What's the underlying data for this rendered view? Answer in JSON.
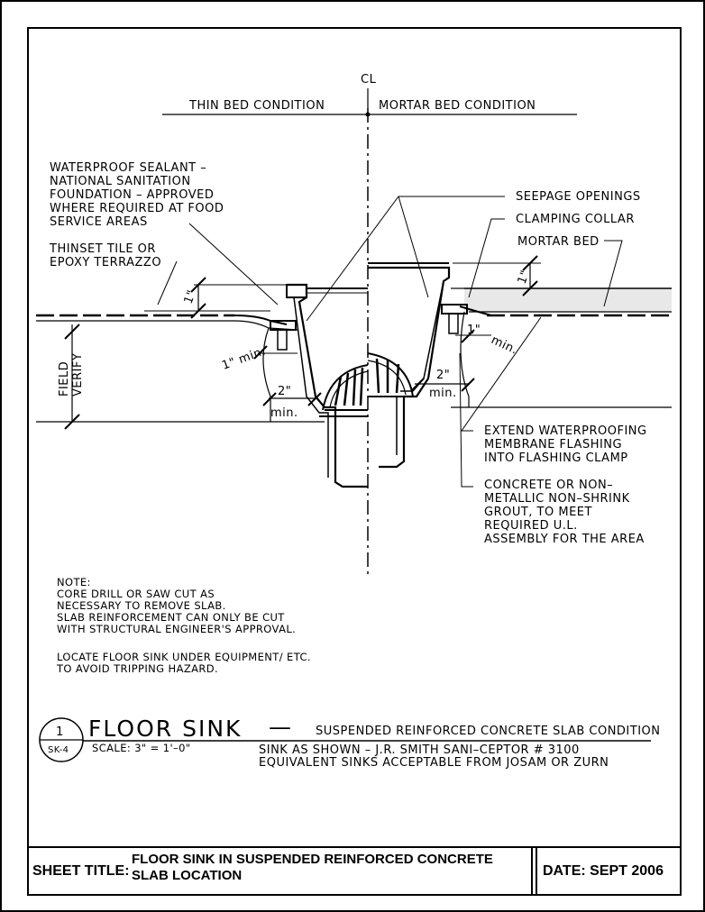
{
  "centerline": {
    "symbol": "CL",
    "left_condition": "THIN BED CONDITION",
    "right_condition": "MORTAR BED CONDITION"
  },
  "labels": {
    "waterproof_sealant": [
      "WATERPROOF SEALANT –",
      "NATIONAL SANITATION",
      "FOUNDATION – APPROVED",
      "WHERE REQUIRED AT FOOD",
      "SERVICE AREAS"
    ],
    "thinset": [
      "THINSET TILE OR",
      "EPOXY TERRAZZO"
    ],
    "seepage": "SEEPAGE OPENINGS",
    "clamping": "CLAMPING COLLAR",
    "mortar_bed": "MORTAR BED",
    "field_verify": [
      "FIELD",
      "VERIFY"
    ],
    "extend_membrane": [
      "EXTEND WATERPROOFING",
      "MEMBRANE FLASHING",
      "INTO FLASHING CLAMP"
    ],
    "concrete_grout": [
      "CONCRETE OR NON–",
      "METALLIC NON–SHRINK",
      "GROUT, TO MEET",
      "REQUIRED U.L.",
      "ASSEMBLY FOR THE AREA"
    ]
  },
  "dimensions": {
    "one_inch": "1\"",
    "one_inch_min": "1\" min.",
    "one_inch_right": "1\"",
    "min_right": "min.",
    "two_inch": "2\"",
    "min": "min."
  },
  "notes": [
    "NOTE:",
    "CORE DRILL OR SAW CUT AS",
    "NECESSARY TO REMOVE SLAB.",
    "SLAB REINFORCEMENT CAN ONLY BE CUT",
    "WITH STRUCTURAL ENGINEER'S APPROVAL.",
    "",
    "LOCATE FLOOR SINK UNDER EQUIPMENT/ ETC.",
    "TO AVOID TRIPPING HAZARD."
  ],
  "detail": {
    "number": "1",
    "sheet_ref": "SK-4",
    "title": "FLOOR SINK",
    "dash": "—",
    "subtitle": "SUSPENDED REINFORCED CONCRETE SLAB CONDITION",
    "scale": "SCALE:  3\"  =  1'–0\"",
    "spec_lines": [
      "SINK AS SHOWN – J.R. SMITH SANI–CEPTOR # 3100",
      "EQUIVALENT SINKS ACCEPTABLE FROM JOSAM OR ZURN"
    ]
  },
  "title_block": {
    "sheet_title_label": "SHEET TITLE:",
    "sheet_title_lines": [
      "FLOOR SINK IN SUSPENDED REINFORCED CONCRETE",
      "SLAB LOCATION"
    ],
    "date": "DATE: SEPT 2006"
  }
}
